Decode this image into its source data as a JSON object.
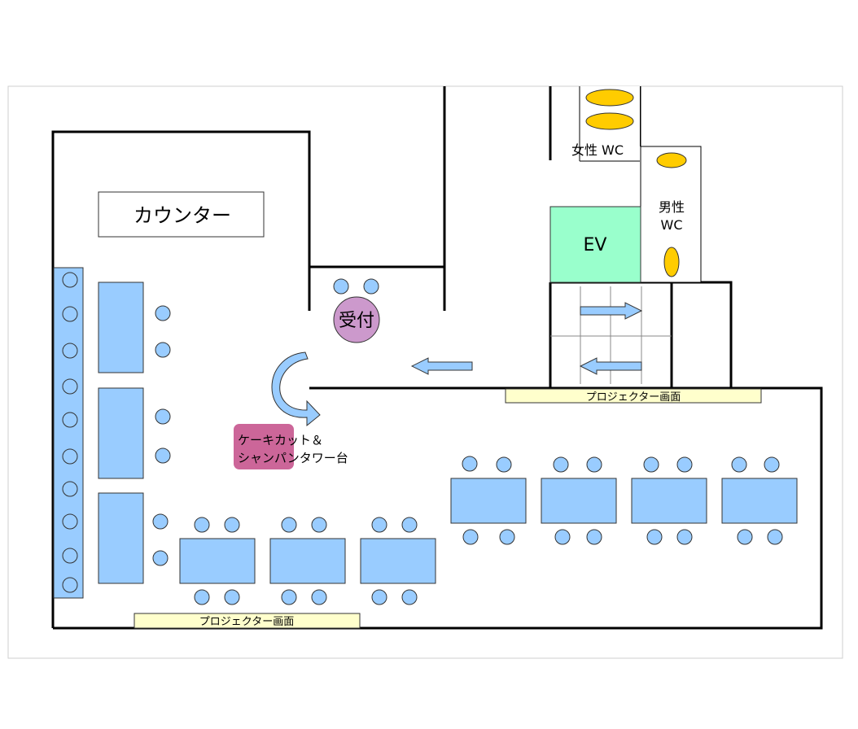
{
  "labels": {
    "counter": "カウンター",
    "reception": "受付",
    "ev": "EV",
    "womens_wc": "女性 WC",
    "mens_wc_line1": "男性",
    "mens_wc_line2": "WC",
    "projector_screen_right": "プロジェクター画面",
    "projector_screen_bottom": "プロジェクター画面",
    "cake_line1": "ケーキカット＆",
    "cake_line2": "シャンパンタワー台"
  },
  "colors": {
    "wall": "#000000",
    "table_fill": "#99ccff",
    "table_stroke": "#333333",
    "chair_fill": "#99ccff",
    "reception_fill": "#cc99cc",
    "cake_table_fill": "#cc6699",
    "ev_fill": "#99ffcc",
    "toilet_fill": "#ffcc00",
    "screen_fill": "#ffffcc",
    "arrow_fill": "#99ccff"
  },
  "icons": {
    "flow_arrow": "arrow-icon",
    "turn_arrow": "curved-arrow-icon"
  }
}
